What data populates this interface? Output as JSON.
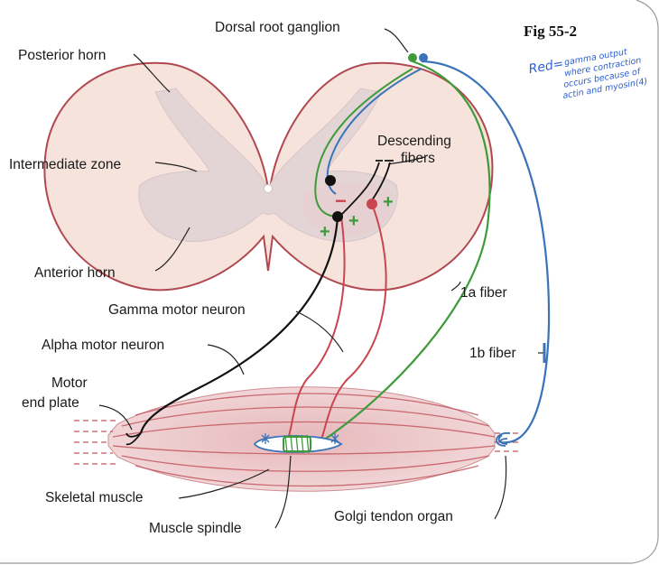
{
  "figure_label": "Fig 55-2",
  "annotation": {
    "lead": "Red=",
    "lines": [
      "gamma output",
      "where contraction",
      "occurs because of",
      "actin and myosin(4)"
    ]
  },
  "labels": {
    "dorsal_root_ganglion": "Dorsal root ganglion",
    "posterior_horn": "Posterior horn",
    "intermediate_zone": "Intermediate zone",
    "anterior_horn": "Anterior horn",
    "descending_fibers_1": "Descending",
    "descending_fibers_2": "fibers",
    "gamma_motor_neuron": "Gamma motor neuron",
    "alpha_motor_neuron": "Alpha motor neuron",
    "motor_end_plate_1": "Motor",
    "motor_end_plate_2": "end plate",
    "fiber_1a": "1a fiber",
    "fiber_1b": "1b fiber",
    "skeletal_muscle": "Skeletal muscle",
    "muscle_spindle": "Muscle spindle",
    "golgi_tendon_organ": "Golgi tendon organ"
  },
  "signs": {
    "plus": "+",
    "minus": "−"
  },
  "colors": {
    "cord_fill": "#f6e4dc",
    "cord_outline": "#b04850",
    "gray_matter": "#e3d4d6",
    "muscle": "#e9c3c5",
    "gamma_red": "#c9454f",
    "fiber_1a_green": "#3f9a3a",
    "fiber_1b_blue": "#3b73b8",
    "alpha_black": "#111111",
    "annotation_blue": "#2a5fd6"
  }
}
